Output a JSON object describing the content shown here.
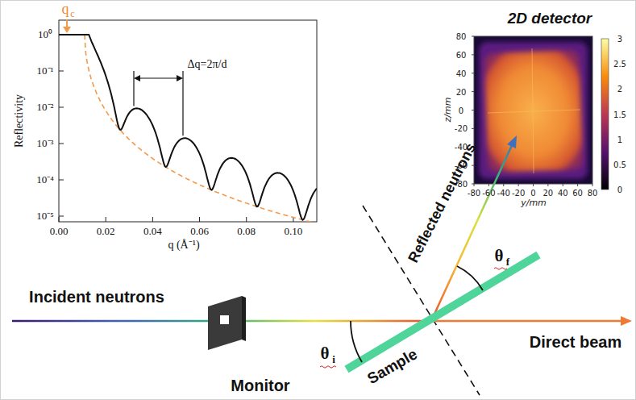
{
  "diagram": {
    "labels": [
      "q",
      "c",
      "Reflectivity",
      "10⁰",
      "10⁻¹",
      "10⁻²",
      "10⁻³",
      "10⁻⁴",
      "10⁻⁵",
      "0.00",
      "0.02",
      "0.04",
      "0.06",
      "0.08",
      "0.10",
      "q (Å⁻¹)",
      "Δq=2π/d",
      "2D detector",
      "80",
      "60",
      "40",
      "20",
      "0",
      "-20",
      "-40",
      "-60",
      "-80",
      "z/mm",
      "-80",
      "-60",
      "-40",
      "-20",
      "0",
      "20",
      "40",
      "60",
      "80",
      "y/mm",
      "3",
      "2.5",
      "2",
      "1.5",
      "1",
      "0.5",
      "0",
      "Incident neutrons",
      "Reflected neutrons",
      "θ",
      "i",
      "θ",
      "f",
      "Sample",
      "Direct beam",
      "Monitor"
    ]
  }
}
